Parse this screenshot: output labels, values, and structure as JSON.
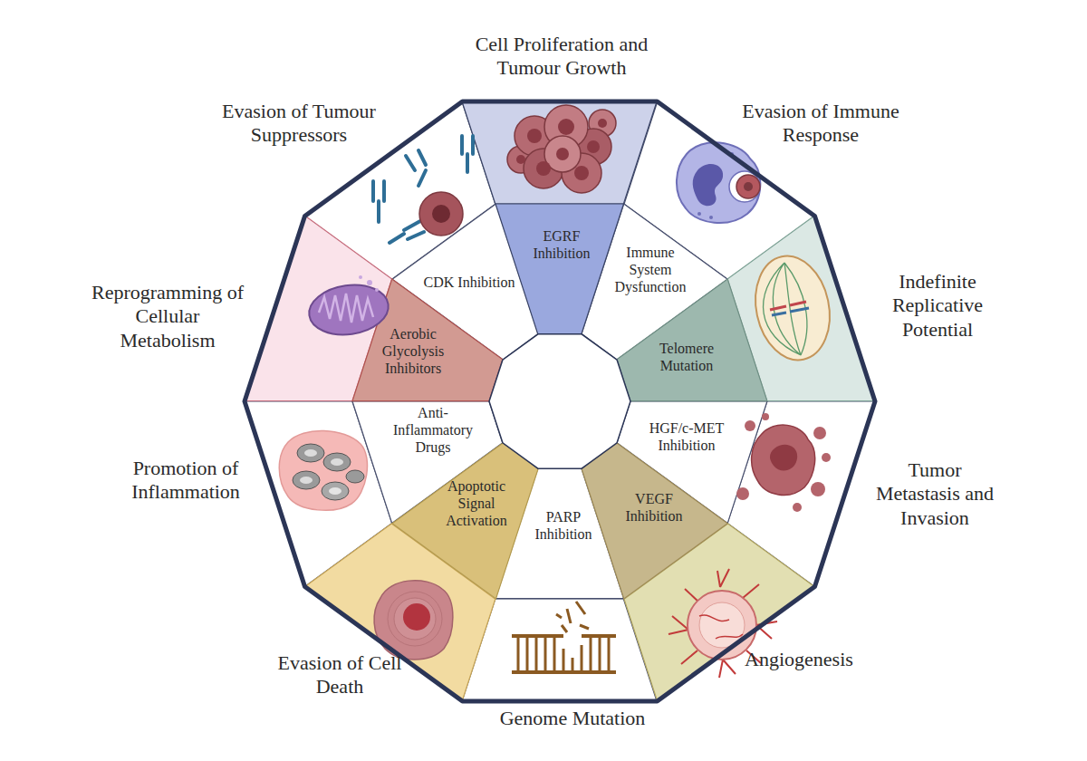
{
  "diagram": {
    "nodes": [
      {
        "text": [
          "Cell Proliferation and Tumour Growth"
        ]
      },
      {
        "text": [
          "EGRF Inhibition"
        ]
      },
      {
        "text": [
          "Evasion of Immune Response"
        ]
      },
      {
        "text": [
          "Immune System Dysfunction"
        ]
      },
      {
        "text": [
          "Indefinite Replicative Potential"
        ]
      },
      {
        "text": [
          "Telomere Mutation"
        ]
      },
      {
        "text": [
          "Tumor Metastasis and Invasion"
        ]
      },
      {
        "text": [
          "HGF/c-MET Inhibition"
        ]
      },
      {
        "text": [
          "Angiogenesis"
        ]
      },
      {
        "text": [
          "VEGF Inhibition"
        ]
      },
      {
        "text": [
          "Genome Mutation"
        ]
      },
      {
        "text": [
          "PARP Inhibition"
        ]
      },
      {
        "text": [
          "Evasion of Cell Death"
        ]
      },
      {
        "text": [
          "Apoptotic Signal Activation"
        ]
      },
      {
        "text": [
          "Promotion of Inflammation"
        ]
      },
      {
        "text": [
          "Anti-Inflammatory Drugs"
        ]
      },
      {
        "text": [
          "Reprogramming of Cellular Metabolism"
        ]
      },
      {
        "text": [
          "Aerobic Glycolysis Inhibitors"
        ]
      },
      {
        "text": [
          "Evasion of Tumour Suppressors"
        ]
      },
      {
        "text": [
          "CDK Inhibition"
        ]
      }
    ]
  }
}
